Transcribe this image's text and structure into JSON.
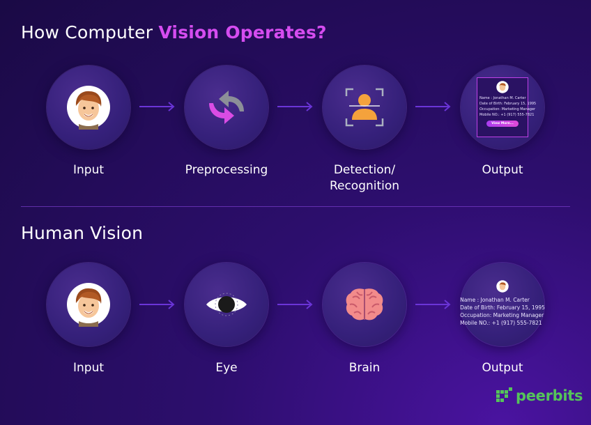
{
  "colors": {
    "accent": "#d54cf0",
    "arrow": "#6b35d8",
    "logo": "#55c45a"
  },
  "computer_vision": {
    "title_plain": "How Computer ",
    "title_accent": "Vision Operates?",
    "steps": [
      {
        "label": "Input",
        "icon": "face-icon"
      },
      {
        "label": "Preprocessing",
        "icon": "refresh-arrows-icon"
      },
      {
        "label": "Detection/",
        "label2": "Recognition",
        "icon": "face-scan-icon"
      },
      {
        "label": "Output",
        "icon": "profile-card-icon"
      }
    ],
    "card": {
      "name": "Name : Jonathan M. Carter",
      "dob": "Date of Birth: February 15, 1995",
      "occupation": "Occupation: Marketing Manager",
      "mobile": "Mobile NO.: +1 (917) 555-7821",
      "button": "View More..."
    }
  },
  "human_vision": {
    "title": "Human Vision",
    "steps": [
      {
        "label": "Input",
        "icon": "face-icon"
      },
      {
        "label": "Eye",
        "icon": "eye-icon"
      },
      {
        "label": "Brain",
        "icon": "brain-icon"
      },
      {
        "label": "Output",
        "icon": "profile-info-icon"
      }
    ],
    "info": {
      "name": "Name : Jonathan M. Carter",
      "dob": "Date of Birth: February 15, 1995",
      "occupation": "Occupation: Marketing Manager",
      "mobile": "Mobile NO.: +1 (917) 555-7821"
    }
  },
  "logo": {
    "text": "peerbits"
  }
}
